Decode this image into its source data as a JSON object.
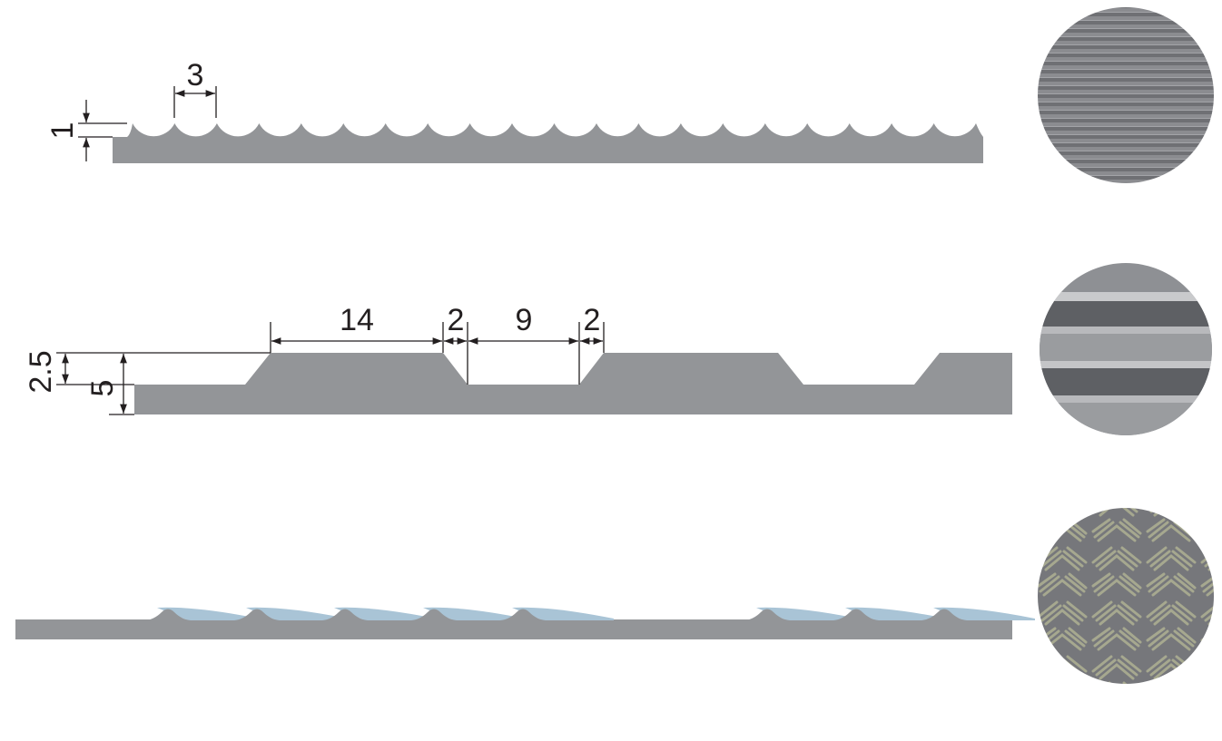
{
  "colors": {
    "profile": "#939598",
    "coating": "#a9c4d6",
    "line": "#231f20"
  },
  "profiles": [
    {
      "name": "fine-rib",
      "dimensions": {
        "pitch": "3",
        "height": "1"
      }
    },
    {
      "name": "broad-rib",
      "dimensions": {
        "top_width": "14",
        "slope_left": "2",
        "bottom_width": "9",
        "slope_right": "2",
        "rib_height": "2.5",
        "total_thickness": "5"
      }
    },
    {
      "name": "checker-plate"
    }
  ]
}
